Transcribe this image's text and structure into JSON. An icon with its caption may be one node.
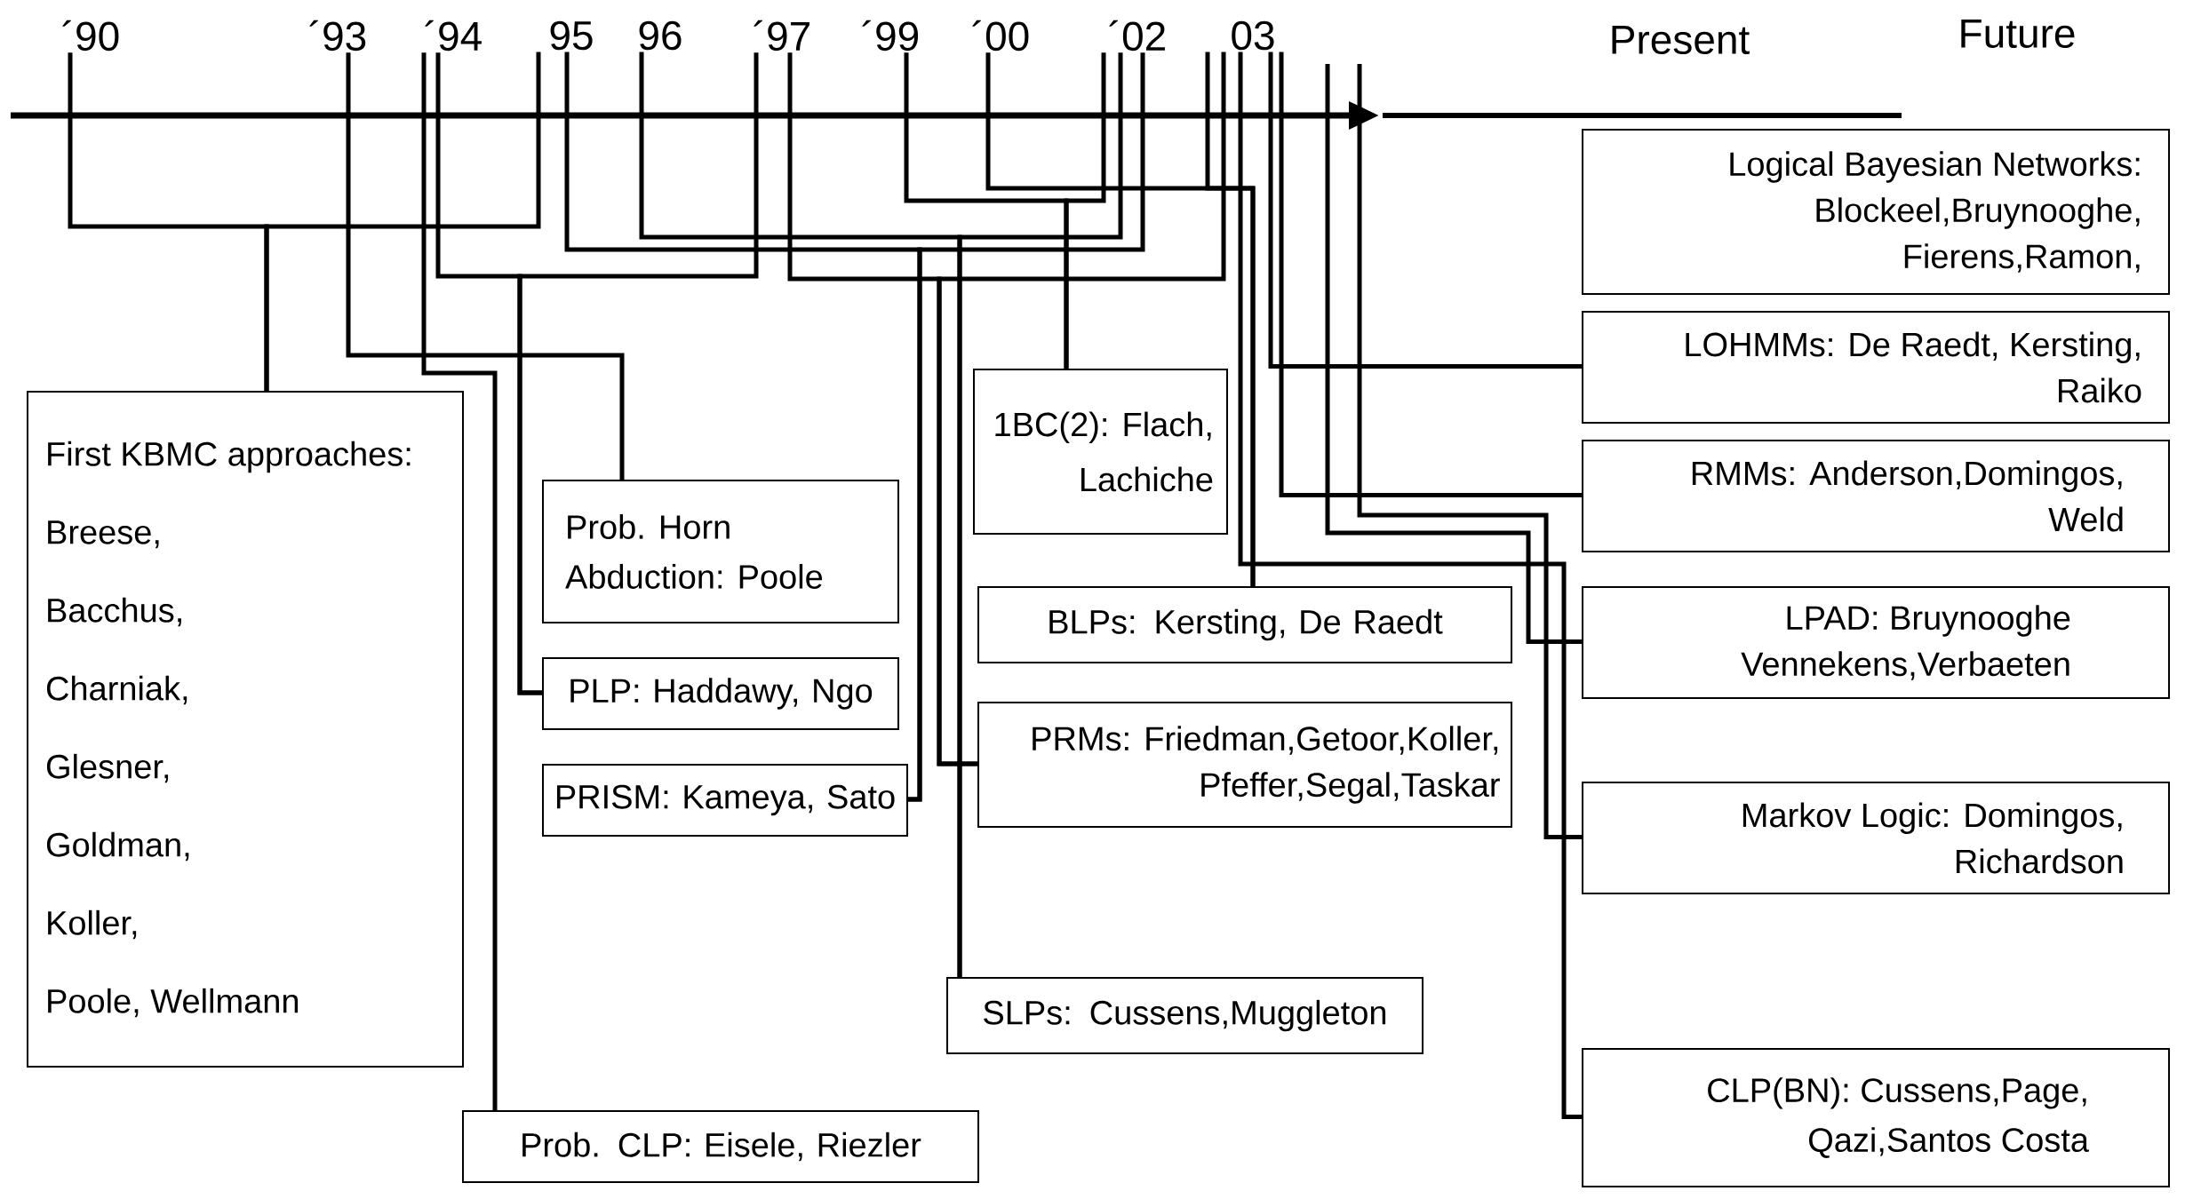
{
  "diagram": {
    "nodes": [
      {
        "text": [
          "´90"
        ]
      },
      {
        "text": [
          "´93"
        ]
      },
      {
        "text": [
          "´94"
        ]
      },
      {
        "text": [
          "95"
        ]
      },
      {
        "text": [
          "96"
        ]
      },
      {
        "text": [
          "´97"
        ]
      },
      {
        "text": [
          "´99"
        ]
      },
      {
        "text": [
          "´00"
        ]
      },
      {
        "text": [
          "´02"
        ]
      },
      {
        "text": [
          "03"
        ]
      },
      {
        "text": [
          "Logical Bayesian Networks: Blockeel,Bruynooghe, Fierens,Ramon,"
        ]
      },
      {
        "text": [
          "LOHMMs: De Raedt, Kersting, Raiko"
        ]
      },
      {
        "text": [
          "1BC(2): Flach, Lachiche"
        ]
      },
      {
        "text": [
          "First KBMC approaches:",
          "Breese,",
          "Bacchus,",
          "Charniak,",
          "Glesner,",
          "Goldman,",
          "Koller,",
          "Poole, Wellmann"
        ]
      },
      {
        "text": [
          "Prob. Horn Abduction: Poole"
        ]
      },
      {
        "text": [
          "RMMs: Anderson,Domingos, Weld"
        ]
      },
      {
        "text": [
          "BLPs: Kersting, De Raedt"
        ]
      },
      {
        "text": [
          "PLP: Haddawy, Ngo"
        ]
      },
      {
        "text": [
          "LPAD: Bruynooghe Vennekens,Verbaeten"
        ]
      },
      {
        "text": [
          "PRISM: Kameya, Sato"
        ]
      },
      {
        "text": [
          "PRMs: Friedman,Getoor,Koller, Pfeffer,Segal,Taskar"
        ]
      },
      {
        "text": [
          "Markov Logic: Domingos, Richardson"
        ]
      },
      {
        "text": [
          "SLPs: Cussens,Muggleton"
        ]
      },
      {
        "text": [
          "Prob. CLP: Eisele, Riezler"
        ]
      },
      {
        "text": [
          "CLP(BN): Cussens,Page, Qazi,Santos Costa"
        ]
      }
    ],
    "edges": [
      {
        "from": 0,
        "to": 13,
        "arrow": "none"
      },
      {
        "from": 3,
        "to": 13,
        "arrow": "none"
      },
      {
        "from": 1,
        "to": 14,
        "arrow": "none"
      },
      {
        "from": 2,
        "to": 23,
        "arrow": "none"
      },
      {
        "from": 2,
        "to": 17,
        "arrow": "none"
      },
      {
        "from": 5,
        "to": 17,
        "arrow": "none"
      },
      {
        "from": 3,
        "to": 19,
        "arrow": "none"
      },
      {
        "from": 8,
        "to": 19,
        "arrow": "none"
      },
      {
        "from": 4,
        "to": 22,
        "arrow": "none"
      },
      {
        "from": 8,
        "to": 22,
        "arrow": "none"
      },
      {
        "from": 5,
        "to": 20,
        "arrow": "none"
      },
      {
        "from": 9,
        "to": 20,
        "arrow": "none"
      },
      {
        "from": 6,
        "to": 12,
        "arrow": "none"
      },
      {
        "from": 8,
        "to": 12,
        "arrow": "none"
      },
      {
        "from": 7,
        "to": 16,
        "arrow": "none"
      },
      {
        "from": 9,
        "to": 16,
        "arrow": "none"
      },
      {
        "from": 9,
        "to": 24,
        "arrow": "none"
      },
      {
        "from": 9,
        "to": 11,
        "arrow": "none"
      },
      {
        "from": 9,
        "to": 15,
        "arrow": "none"
      },
      {
        "from": null,
        "to": 18,
        "arrow": "none"
      },
      {
        "from": null,
        "to": 21,
        "arrow": "none"
      }
    ],
    "labels": [
      "Present",
      "Future"
    ]
  }
}
